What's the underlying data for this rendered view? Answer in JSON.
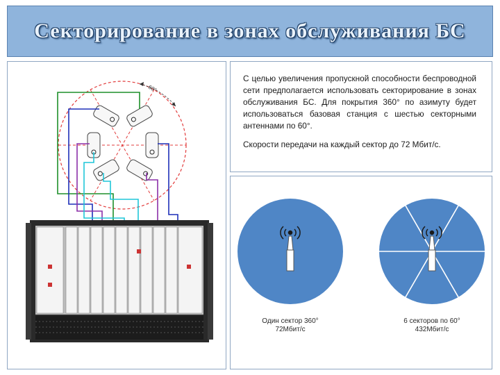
{
  "title": "Секторирование в зонах обслуживания БС",
  "description": {
    "paragraph1": "С целью увеличения пропускной способности беспроводной сети предполагается использовать секторирование в зонах обслуживания БС. Для покрытия 360° по азимуту будет использоваться базовая станция с шестью секторными антеннами по 60°.",
    "paragraph2": "Скорости передачи на каждый сектор до 72 Мбит/с."
  },
  "diagram": {
    "angle_label": "60°"
  },
  "comparison": {
    "single": {
      "line1": "Один сектор 360°",
      "line2": "72Мбит/с",
      "sectors": 1
    },
    "six": {
      "line1": "6 секторов по 60°",
      "line2": "432Мбит/с",
      "sectors": 6
    }
  },
  "colors": {
    "title_bg": "#8fb4dc",
    "circle_blue": "#4f86c6",
    "sector_red": "#e23b3b",
    "wire_green": "#1d8f2a",
    "wire_blue": "#1d2fb8",
    "wire_purple": "#8b2ea8",
    "wire_cyan": "#1fc6d8"
  }
}
